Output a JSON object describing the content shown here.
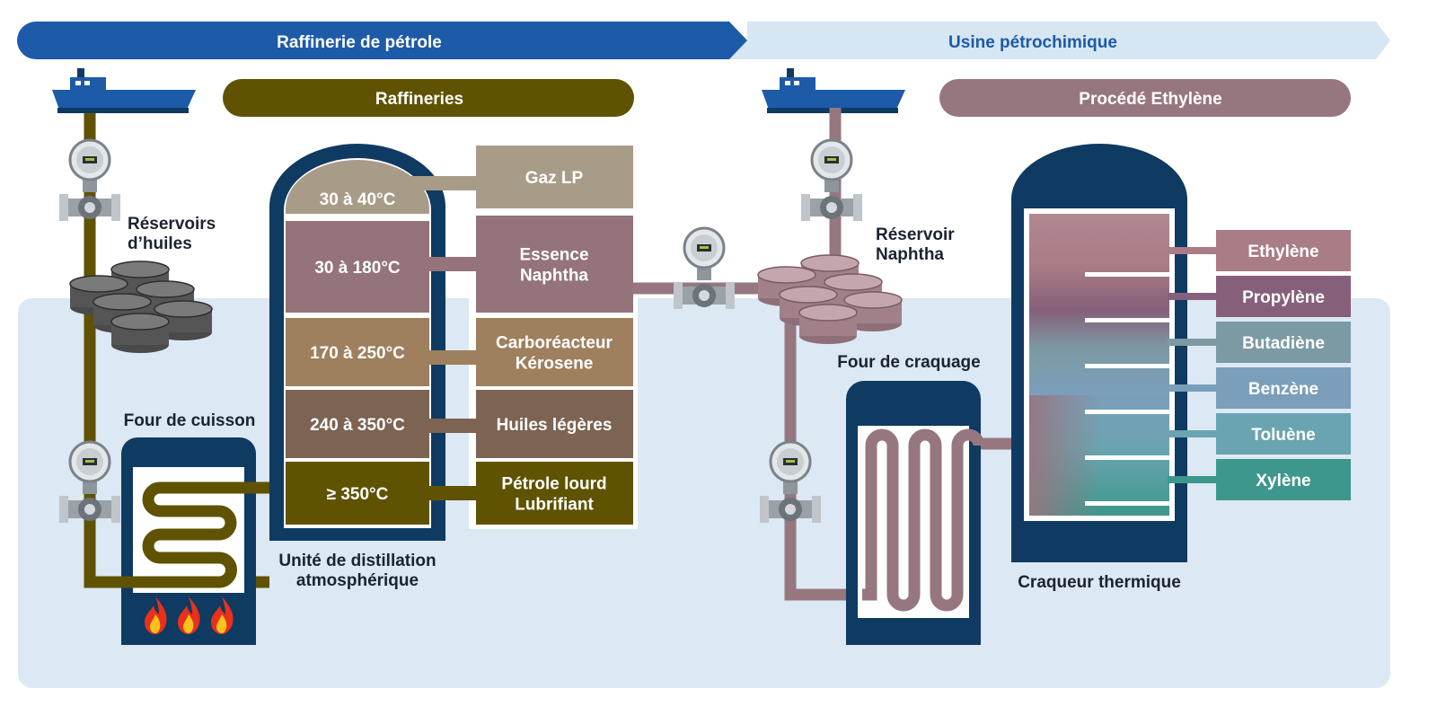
{
  "banners": {
    "refinery": "Raffinerie de pétrole",
    "petrochemical": "Usine pétrochimique"
  },
  "sections": {
    "refineries": "Raffineries",
    "ethylene_process": "Procédé Ethylène"
  },
  "labels": {
    "oil_tanks": [
      "Réservoirs",
      "d’huiles"
    ],
    "furnace": "Four de cuisson",
    "distillation_unit": [
      "Unité de distillation",
      "atmosphérique"
    ],
    "naphtha_tank": [
      "Réservoir",
      "Naphtha"
    ],
    "cracking_furnace": "Four de craquage",
    "thermal_cracker": "Craqueur thermique"
  },
  "distillation": {
    "fractions": [
      {
        "temp": "30 à 40°C",
        "product": [
          "Gaz LP"
        ],
        "color": "#a89c88"
      },
      {
        "temp": "30 à 180°C",
        "product": [
          "Essence",
          "Naphtha"
        ],
        "color": "#94737b"
      },
      {
        "temp": "170 à 250°C",
        "product": [
          "Carboréacteur",
          "Kérosene"
        ],
        "color": "#9e7f5e"
      },
      {
        "temp": "240 à 350°C",
        "product": [
          "Huiles légères"
        ],
        "color": "#7c6352"
      },
      {
        "temp": "≥ 350°C",
        "product": [
          "Pétrole lourd",
          "Lubrifiant"
        ],
        "color": "#5f5200"
      }
    ]
  },
  "cracker_products": [
    {
      "name": "Ethylène",
      "color": "#a97c86"
    },
    {
      "name": "Propylène",
      "color": "#86607a"
    },
    {
      "name": "Butadiène",
      "color": "#7c9aa4"
    },
    {
      "name": "Benzène",
      "color": "#7b9ebb"
    },
    {
      "name": "Toluène",
      "color": "#6aa4b0"
    },
    {
      "name": "Xylène",
      "color": "#3e978c"
    }
  ],
  "colors": {
    "banner_dark": "#1d5aa8",
    "banner_light": "#d6e6f3",
    "banner_light_text": "#1d5aa8",
    "refinery_pipe": "#5f5200",
    "petro_pipe": "#967780",
    "navy": "#0f3a62",
    "background": "#dce8f3"
  },
  "icons": [
    "ship-icon",
    "flowmeter-icon",
    "tank-icon",
    "flame-icon"
  ]
}
